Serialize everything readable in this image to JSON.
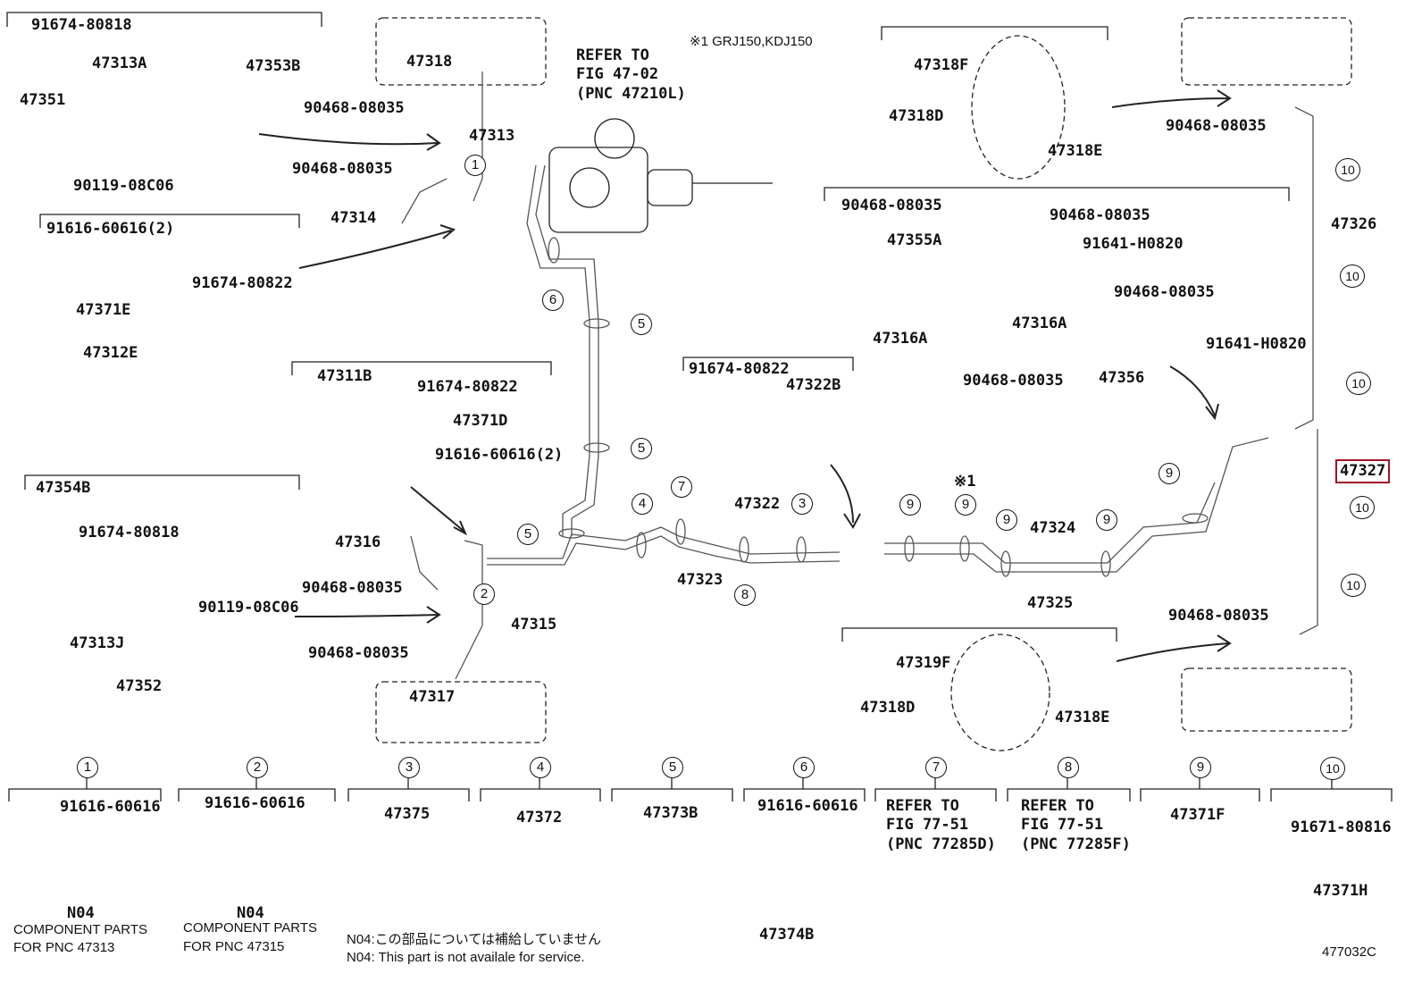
{
  "diagram": {
    "labels": [
      "91674-80818",
      "47313A",
      "47353B",
      "47351",
      "90119-08C06",
      "91616-60616(2)",
      "91674-80822",
      "47371E",
      "47312E",
      "47318",
      "90468-08035",
      "47313",
      "90468-08035",
      "47314",
      "REFER TO",
      "FIG 47-02",
      "(PNC 47210L)",
      "47318F",
      "47318D",
      "47318E",
      "90468-08035",
      "47326",
      "90468-08035",
      "90468-08035",
      "47355A",
      "91641-H0820",
      "90468-08035",
      "47316A",
      "47316A",
      "91641-H0820",
      "90468-08035",
      "47356",
      "91674-80822",
      "47322B",
      "47311B",
      "91674-80822",
      "47371D",
      "91616-60616(2)",
      "47354B",
      "91674-80818",
      "47316",
      "90468-08035",
      "90119-08C06",
      "47313J",
      "47352",
      "90468-08035",
      "47317",
      "47315",
      "47322",
      "47323",
      "※1",
      "47324",
      "47325",
      "47327",
      "90468-08035",
      "47319F",
      "47318D",
      "47318E"
    ],
    "highlighted_label": "47327",
    "highlight_color": "#a0142a",
    "applicability_note": "※1 GRJ150,KDJ150",
    "callouts": [
      "1",
      "2",
      "6",
      "5",
      "5",
      "5",
      "4",
      "7",
      "3",
      "8",
      "9",
      "9",
      "9",
      "9",
      "9",
      "10",
      "10",
      "10",
      "10",
      "10"
    ]
  },
  "legend": {
    "keys": [
      "1",
      "2",
      "3",
      "4",
      "5",
      "6",
      "7",
      "8",
      "9",
      "10"
    ],
    "labels": [
      "91616-60616",
      "91616-60616",
      "N04",
      "N04",
      "47375",
      "47372",
      "47373B",
      "91616-60616",
      "47374B",
      "REFER TO",
      "FIG 77-51",
      "(PNC 77285D)",
      "REFER TO",
      "FIG 77-51",
      "(PNC 77285F)",
      "47371F",
      "91671-80816",
      "47371H"
    ],
    "component_notes": [
      "COMPONENT PARTS",
      "FOR PNC 47313",
      "COMPONENT PARTS",
      "FOR PNC 47315"
    ]
  },
  "footer": {
    "note_jp": "N04:この部品については補給していません",
    "note_en": "N04: This part is not availale for service.",
    "figure_id": "477032C"
  }
}
